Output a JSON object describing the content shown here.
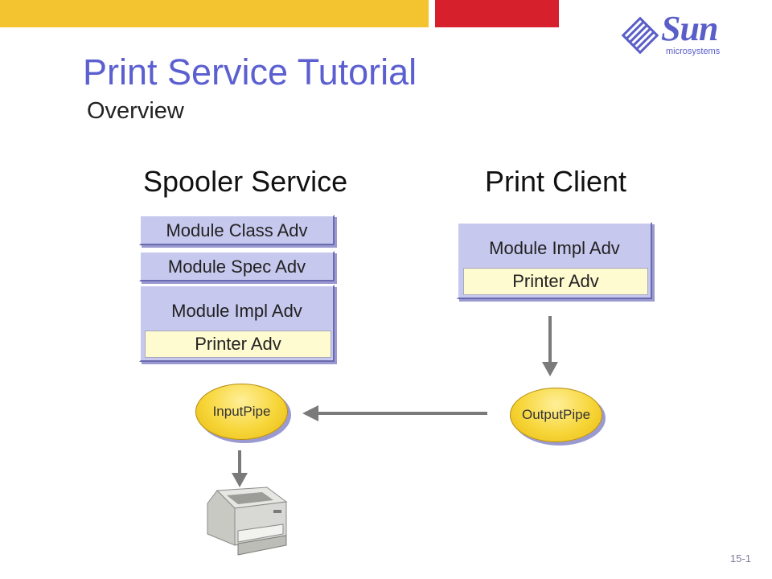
{
  "slide": {
    "title": "Print Service Tutorial",
    "subtitle": "Overview",
    "page_number": "15-1"
  },
  "logo": {
    "brand": "Sun",
    "tagline": "microsystems"
  },
  "spooler": {
    "heading": "Spooler Service",
    "module_class_adv": "Module Class Adv",
    "module_spec_adv": "Module Spec Adv",
    "module_impl_adv": "Module Impl Adv",
    "printer_adv": "Printer Adv"
  },
  "client": {
    "heading": "Print Client",
    "module_impl_adv": "Module Impl Adv",
    "printer_adv": "Printer Adv"
  },
  "pipes": {
    "input": "InputPipe",
    "output": "OutputPipe"
  },
  "colors": {
    "title": "#5b5fd0",
    "bar_yellow": "#f4c430",
    "bar_red": "#d6202c",
    "advertisement_fill": "#c7c8ee",
    "printer_adv_fill": "#fffbd0",
    "pipe_fill": "#f7d63a",
    "arrow": "#7a7a7a"
  },
  "icons": {
    "logo": "sun-logo-icon",
    "printer": "printer-icon"
  }
}
